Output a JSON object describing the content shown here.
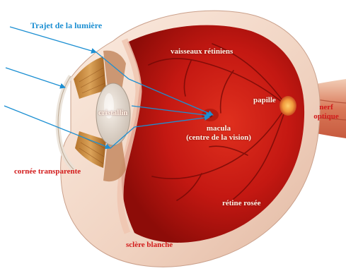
{
  "diagram": {
    "labels": {
      "light_path": "Trajet de la lumière",
      "retinal_vessels": "vaisseaux rétiniens",
      "papilla": "papille",
      "optic_nerve_line1": "nerf",
      "optic_nerve_line2": "optique",
      "lens": "cristallin",
      "macula_line1": "macula",
      "macula_line2": "(centre de la vision)",
      "cornea": "cornée transparente",
      "retina": "rétine rosée",
      "sclera": "sclère blanche"
    },
    "colors": {
      "arrow": "#1c8fd2",
      "sclera": "#f3dccd",
      "retina": "#c41812",
      "retina_dark": "#8d0c08",
      "label_red": "#d21a1a",
      "label_white": "#fff3e6",
      "label_blue": "#1c8fd2"
    }
  }
}
